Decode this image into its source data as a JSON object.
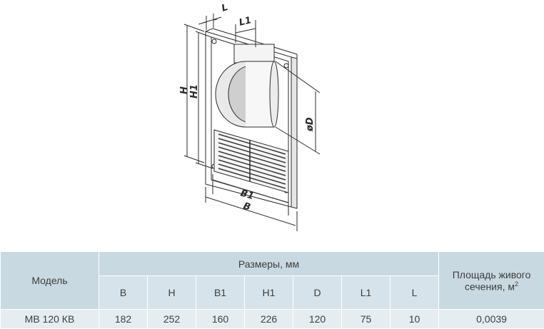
{
  "drawing": {
    "labels": {
      "l": "L",
      "l1": "L1",
      "h": "H",
      "h1": "H1",
      "d": "øD",
      "b1": "B1",
      "b": "B"
    }
  },
  "table": {
    "model_header": "Модель",
    "group_header": "Размеры, мм",
    "area_header": "Площадь живого сечения, м",
    "area_header_sup": "2",
    "columns": [
      "B",
      "H",
      "B1",
      "H1",
      "D",
      "L1",
      "L"
    ],
    "rows": [
      {
        "model": "МВ 120 КВ",
        "values": [
          "182",
          "252",
          "160",
          "226",
          "120",
          "75",
          "10"
        ],
        "area": "0,0039"
      }
    ]
  }
}
